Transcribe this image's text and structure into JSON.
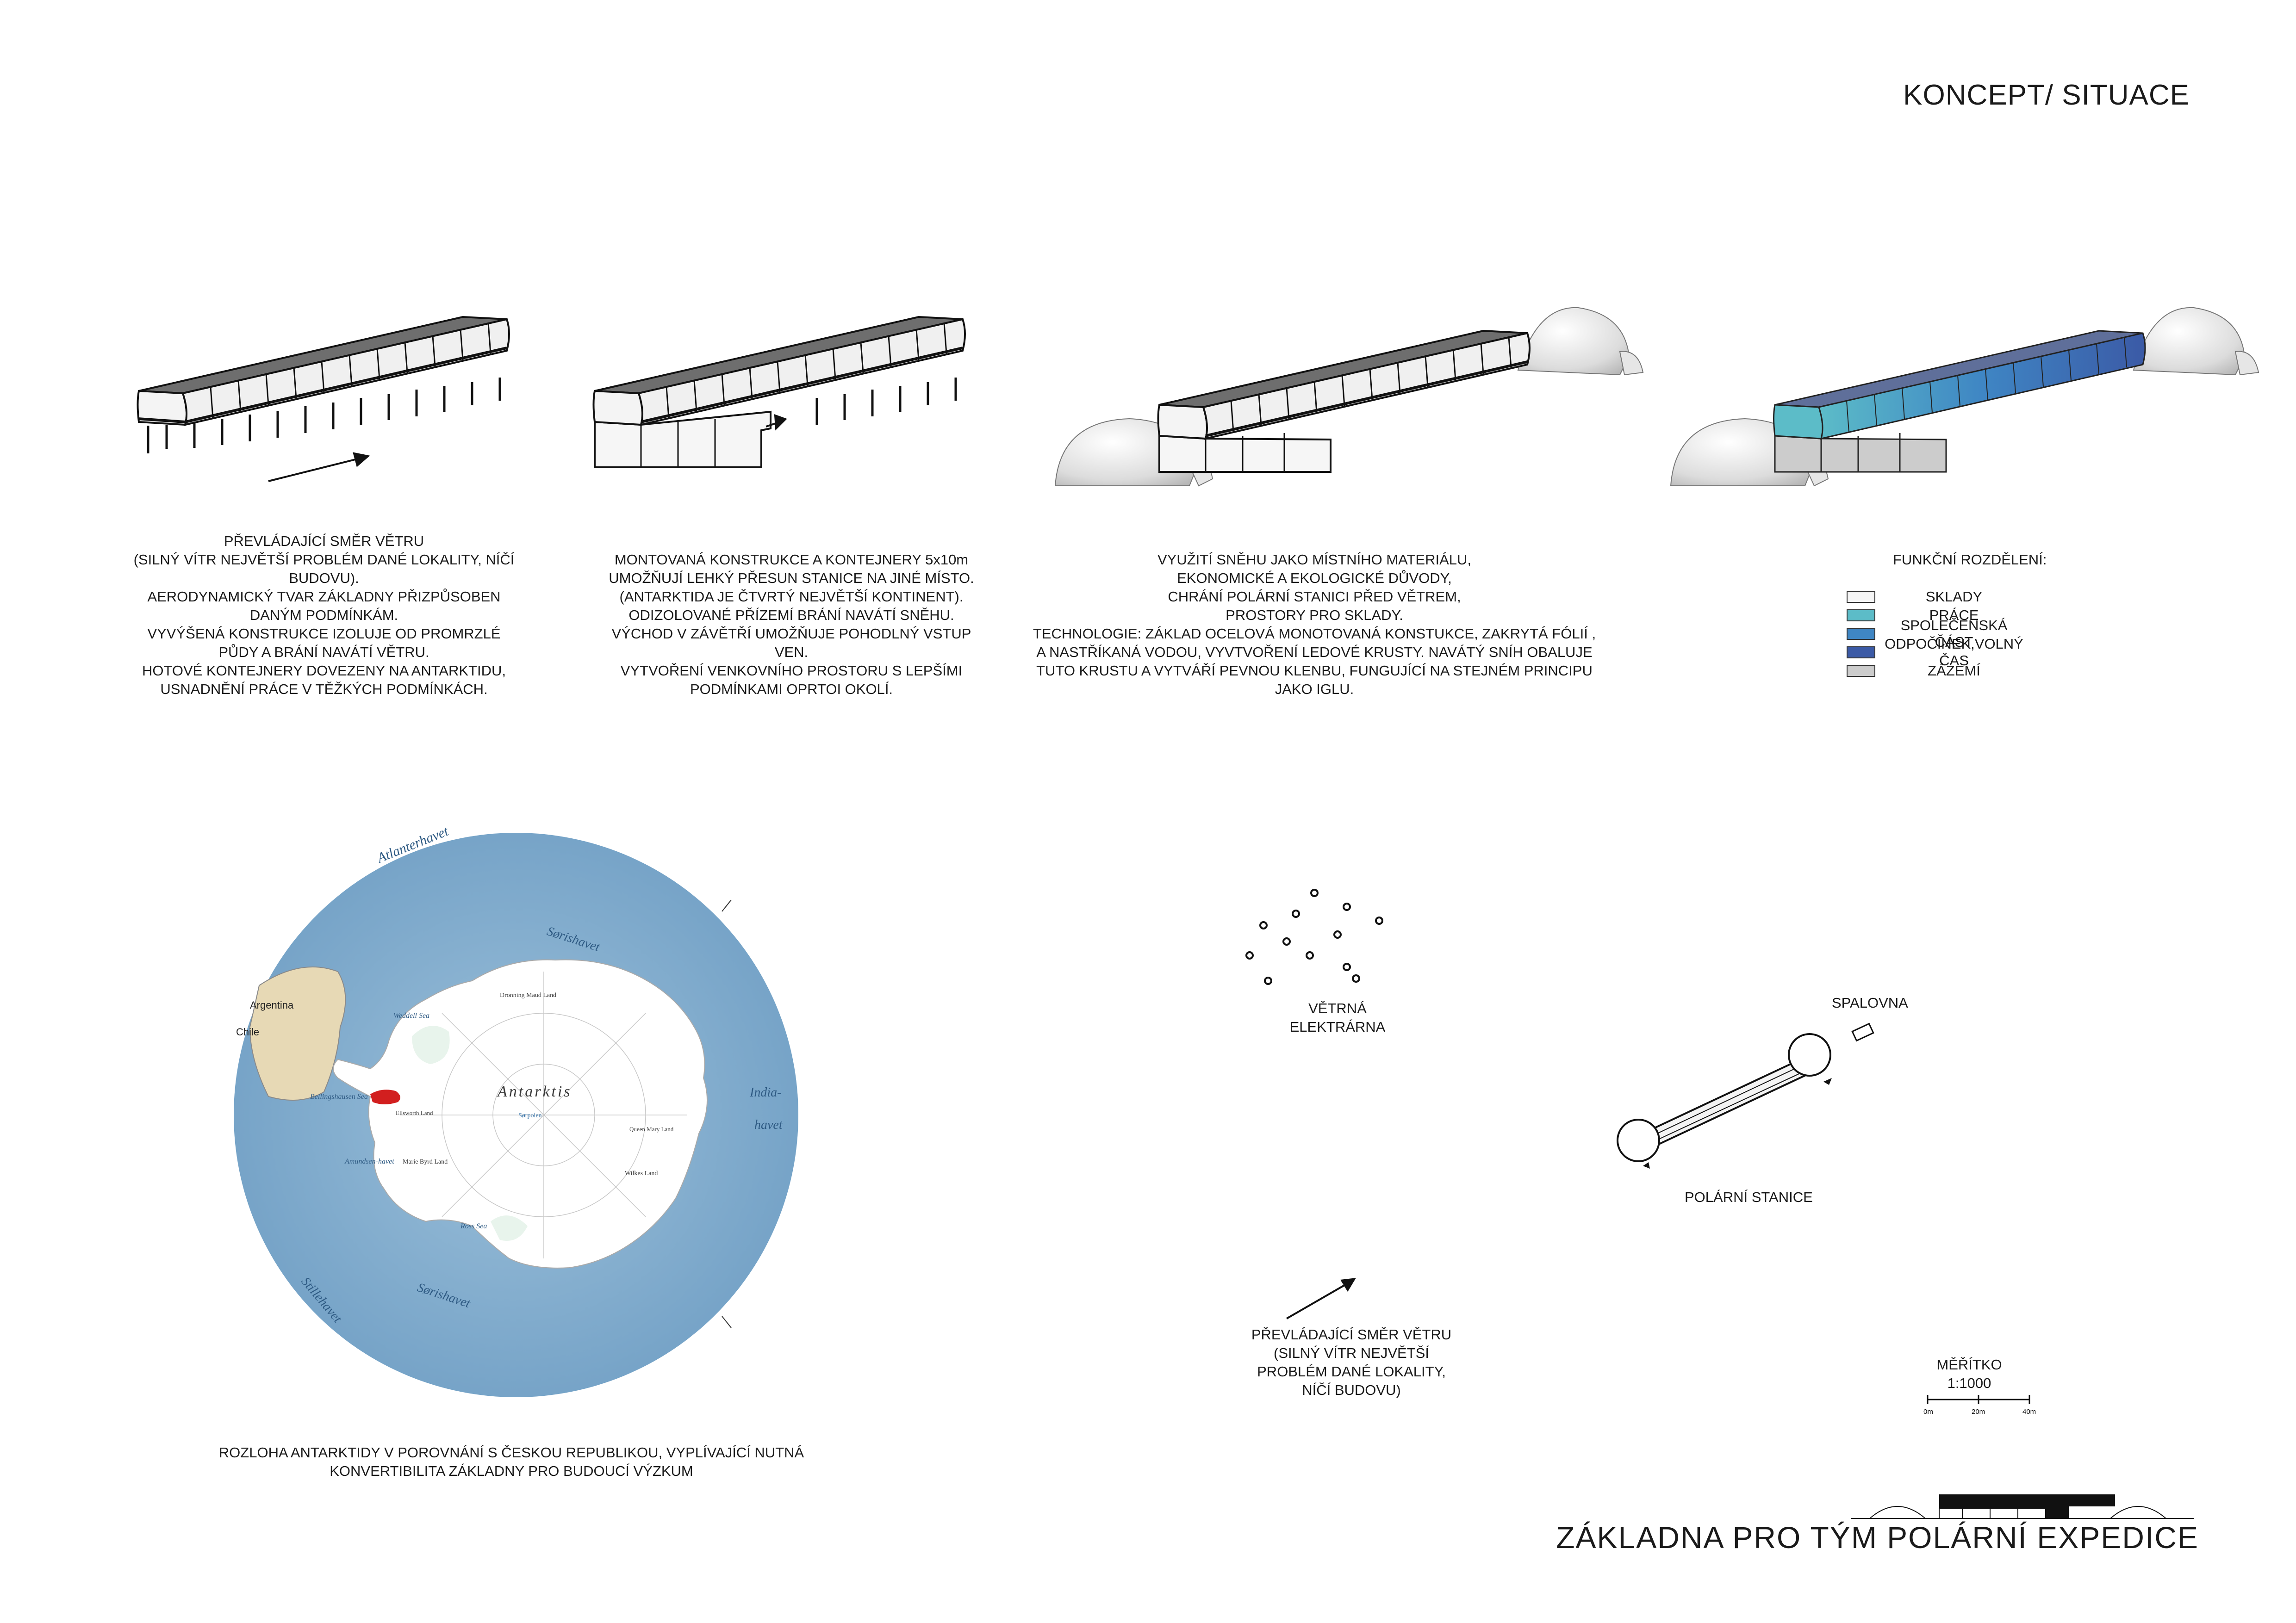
{
  "header": {
    "title": "KONCEPT/ SITUACE"
  },
  "footer": {
    "title": "ZÁKLADNA PRO TÝM POLÁRNÍ EXPEDICE"
  },
  "concepts": [
    {
      "lines": [
        "PŘEVLÁDAJÍCÍ SMĚR VĚTRU",
        "(SILNÝ VÍTR NEJVĚTŠÍ PROBLÉM DANÉ LOKALITY, NÍČÍ",
        "BUDOVU).",
        "AERODYNAMICKÝ TVAR ZÁKLADNY PŘIZPŮSOBEN",
        "DANÝM PODMÍNKÁM.",
        "VYVÝŠENÁ KONSTRUKCE IZOLUJE OD PROMRZLÉ",
        "PŮDY A BRÁNÍ NAVÁTÍ VĚTRU.",
        "HOTOVÉ KONTEJNERY DOVEZENY NA ANTARKTIDU,",
        "USNADNĚNÍ PRÁCE V TĚŽKÝCH PODMÍNKÁCH."
      ]
    },
    {
      "lines": [
        "MONTOVANÁ KONSTRUKCE A KONTEJNERY 5x10m",
        "UMOŽŇUJÍ LEHKÝ PŘESUN STANICE NA JINÉ MÍSTO.",
        "(ANTARKTIDA JE ČTVRTÝ NEJVĚTŠÍ KONTINENT).",
        "ODIZOLOVANÉ PŘÍZEMÍ BRÁNÍ NAVÁTÍ SNĚHU.",
        "VÝCHOD V ZÁVĚTŘÍ UMOŽŇUJE POHODLNÝ VSTUP",
        "VEN.",
        "VYTVOŘENÍ VENKOVNÍHO PROSTORU S LEPŠÍMI",
        "PODMÍNKAMI OPRTOI OKOLÍ."
      ]
    },
    {
      "lines": [
        "VYUŽITÍ SNĚHU JAKO MÍSTNÍHO MATERIÁLU,",
        "EKONOMICKÉ A EKOLOGICKÉ DŮVODY,",
        "CHRÁNÍ POLÁRNÍ STANICI PŘED VĚTREM,",
        "PROSTORY PRO SKLADY.",
        "TECHNOLOGIE: ZÁKLAD OCELOVÁ MONOTOVANÁ KONSTUKCE, ZAKRYTÁ FÓLIÍ ,",
        "A NASTŘÍKANÁ VODOU, VYVTVOŘENÍ LEDOVÉ KRUSTY. NAVÁTÝ SNÍH OBALUJE",
        "TUTO KRUSTU A VYTVÁŘÍ PEVNOU KLENBU, FUNGUJÍCÍ NA STEJNÉM PRINCIPU",
        "JAKO IGLU."
      ]
    }
  ],
  "legend": {
    "title": "FUNKČNÍ ROZDĚLENÍ:",
    "items": [
      {
        "label": "SKLADY",
        "color": "#f6f6f6"
      },
      {
        "label": "PRÁCE",
        "color": "#5cbcc8"
      },
      {
        "label": "SPOLEČENSKÁ ČÁST",
        "color": "#3f86c4"
      },
      {
        "label": "ODPOČINEK,VOLNÝ ČAS",
        "color": "#3b5aa6"
      },
      {
        "label": "ZÁZEMÍ",
        "color": "#cccccc"
      }
    ]
  },
  "map": {
    "caption_lines": [
      "ROZLOHA ANTARKTIDY V POROVNÁNÍ S ČESKOU REPUBLIKOU, VYPLÍVAJÍCÍ NUTNÁ",
      "KONVERTIBILITA ZÁKLADNY PRO BUDOUCÍ VÝZKUM"
    ],
    "center_label": "Antarktis",
    "labels": {
      "atlanterhavet": "Atlanterhavet",
      "sorishavet_top": "Sørishavet",
      "sorishavet_bottom": "Sørishavet",
      "stillehavet": "Stillehavet",
      "indiahavet_1": "India-",
      "indiahavet_2": "havet",
      "argentina": "Argentina",
      "chile": "Chile",
      "weddell": "Weddell Sea",
      "bellingshausen": "Bellingshausen Sea",
      "amundsen": "Amundsen-havet",
      "ross": "Ross Sea",
      "dronning": "Dronning Maud Land",
      "ellsworth": "Ellsworth Land",
      "marie_byrd": "Marie Byrd Land",
      "wilkes": "Wilkes Land",
      "queen_mary": "Queen Mary Land",
      "sorpolen": "Sørpolen"
    },
    "water_color": "#6f9ec4",
    "land_color": "#ffffff",
    "highlight_color": "#d21f1f"
  },
  "site": {
    "wind_farm_lines": [
      "VĚTRNÁ",
      "ELEKTRÁRNA"
    ],
    "incinerator_label": "SPALOVNA",
    "station_label": "POLÁRNÍ STANICE",
    "wind_lines": [
      "PŘEVLÁDAJÍCÍ SMĚR VĚTRU",
      "(SILNÝ VÍTR NEJVĚTŠÍ",
      "PROBLÉM DANÉ LOKALITY,",
      "NÍČÍ BUDOVU)"
    ],
    "scale_title": "MĚŘÍTKO",
    "scale_ratio": "1:1000",
    "scale_ticks": [
      "0m",
      "20m",
      "40m"
    ],
    "turbine_count": 12
  }
}
